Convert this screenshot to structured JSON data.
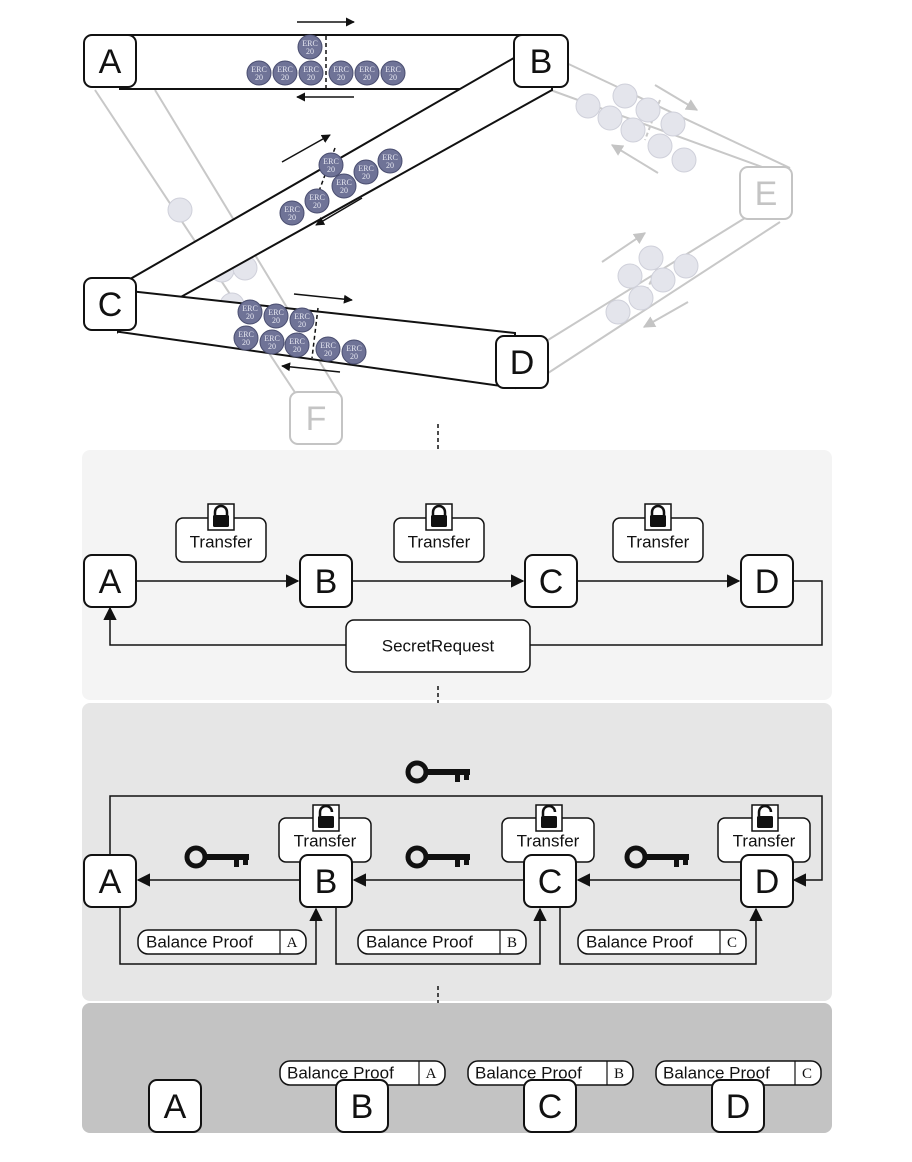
{
  "network": {
    "nodes": {
      "a": "A",
      "b": "B",
      "c": "C",
      "d": "D",
      "e": "E",
      "f": "F"
    },
    "coin_label": [
      "ERC",
      "20"
    ]
  },
  "stage_transfer": {
    "nodes": [
      "A",
      "B",
      "C",
      "D"
    ],
    "transfer_label": "Transfer",
    "secret_request_label": "SecretRequest"
  },
  "stage_reveal": {
    "nodes": [
      "A",
      "B",
      "C",
      "D"
    ],
    "transfer_label": "Transfer",
    "balance_proof_label": "Balance Proof",
    "proof_tags": [
      "A",
      "B",
      "C"
    ]
  },
  "stage_final": {
    "nodes": [
      "A",
      "B",
      "C",
      "D"
    ],
    "balance_proof_label": "Balance Proof",
    "proof_tags": [
      "A",
      "B",
      "C"
    ]
  },
  "colors": {
    "coin": "#6f7397",
    "panel_1": "#f4f4f4",
    "panel_2": "#e6e6e6",
    "panel_3": "#c3c3c3"
  }
}
